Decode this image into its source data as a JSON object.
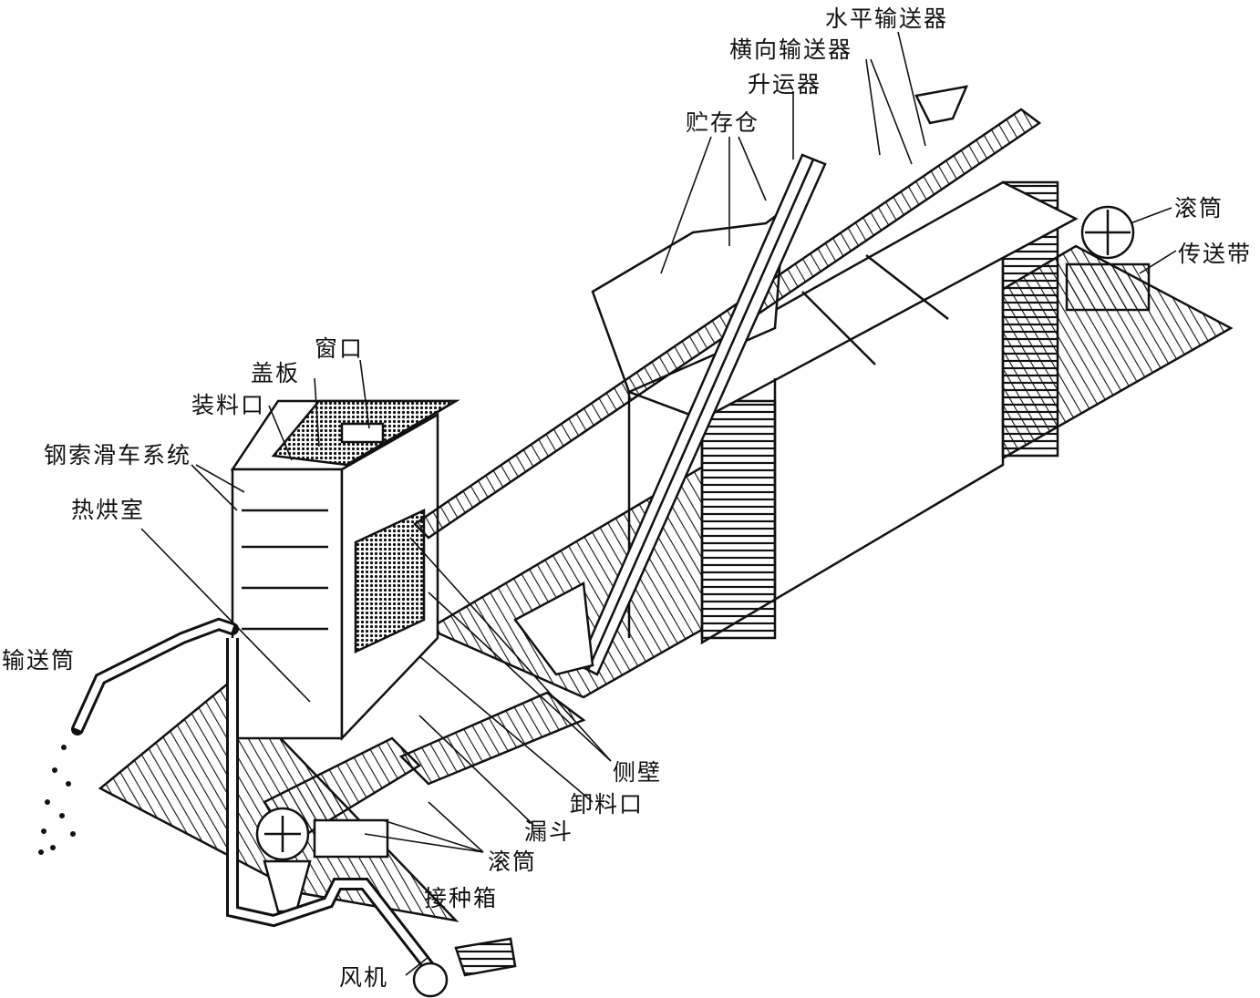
{
  "title": "干燥装置结构示意图",
  "labels": {
    "horizontal_conveyor": "水平输送器",
    "cross_conveyor": "横向输送器",
    "elevator": "升运器",
    "storage_bin": "贮存仓",
    "drum_top": "滚筒",
    "conveyor_belt": "传送带",
    "window": "窗口",
    "cover_plate": "盖板",
    "loading_port": "装料口",
    "cable_pulley_system": "钢索滑车系统",
    "drying_chamber": "热烘室",
    "delivery_tube": "输送筒",
    "side_wall": "侧壁",
    "discharge_port": "卸料口",
    "hopper": "漏斗",
    "drum_bottom": "滚筒",
    "inoculation_box": "接种箱",
    "fan": "风机"
  }
}
